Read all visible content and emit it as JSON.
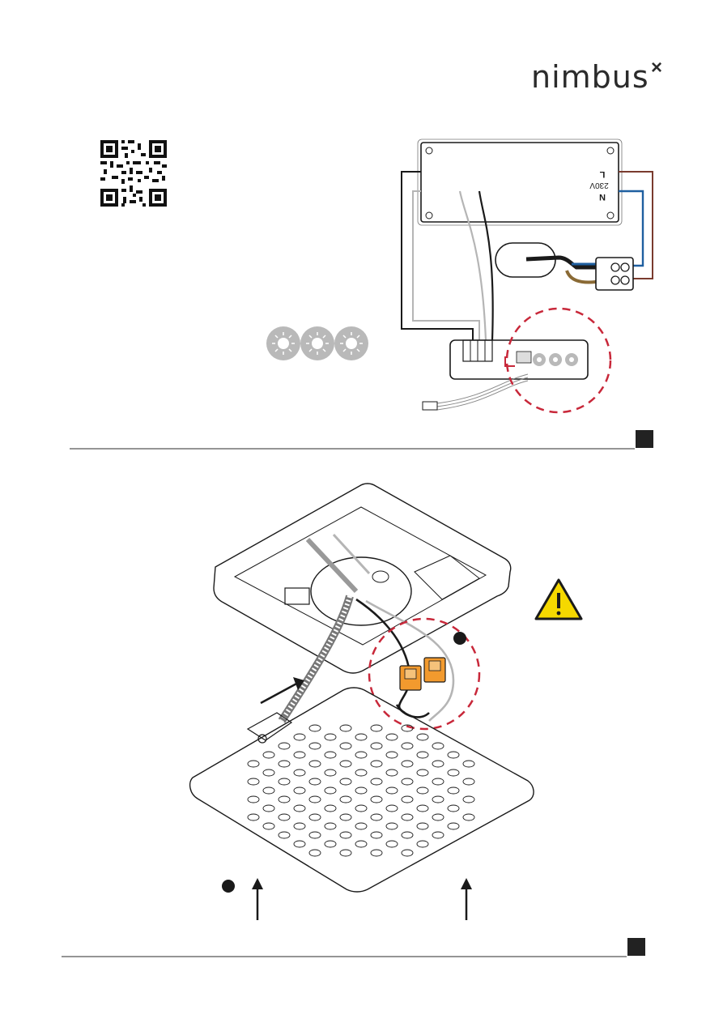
{
  "brand": {
    "name": "nimbus",
    "mark": "×"
  },
  "driver": {
    "l_label": "L",
    "n_label": "N",
    "voltage_label": "230V"
  },
  "colors": {
    "line": "#1a1a1a",
    "wire_brown": "#7a3b2e",
    "wire_blue": "#1f5fa0",
    "wire_tan": "#8a6a35",
    "wire_grey": "#b5b5b5",
    "dashed_callout": "#c8283a",
    "dial_grey": "#b9b9b9",
    "warning_yellow": "#f5d800"
  },
  "icons": {
    "qr": "qr-code-icon",
    "warning": "warning-triangle-icon",
    "dial": "dimmer-dial-icon",
    "arrow": "arrow-icon"
  }
}
